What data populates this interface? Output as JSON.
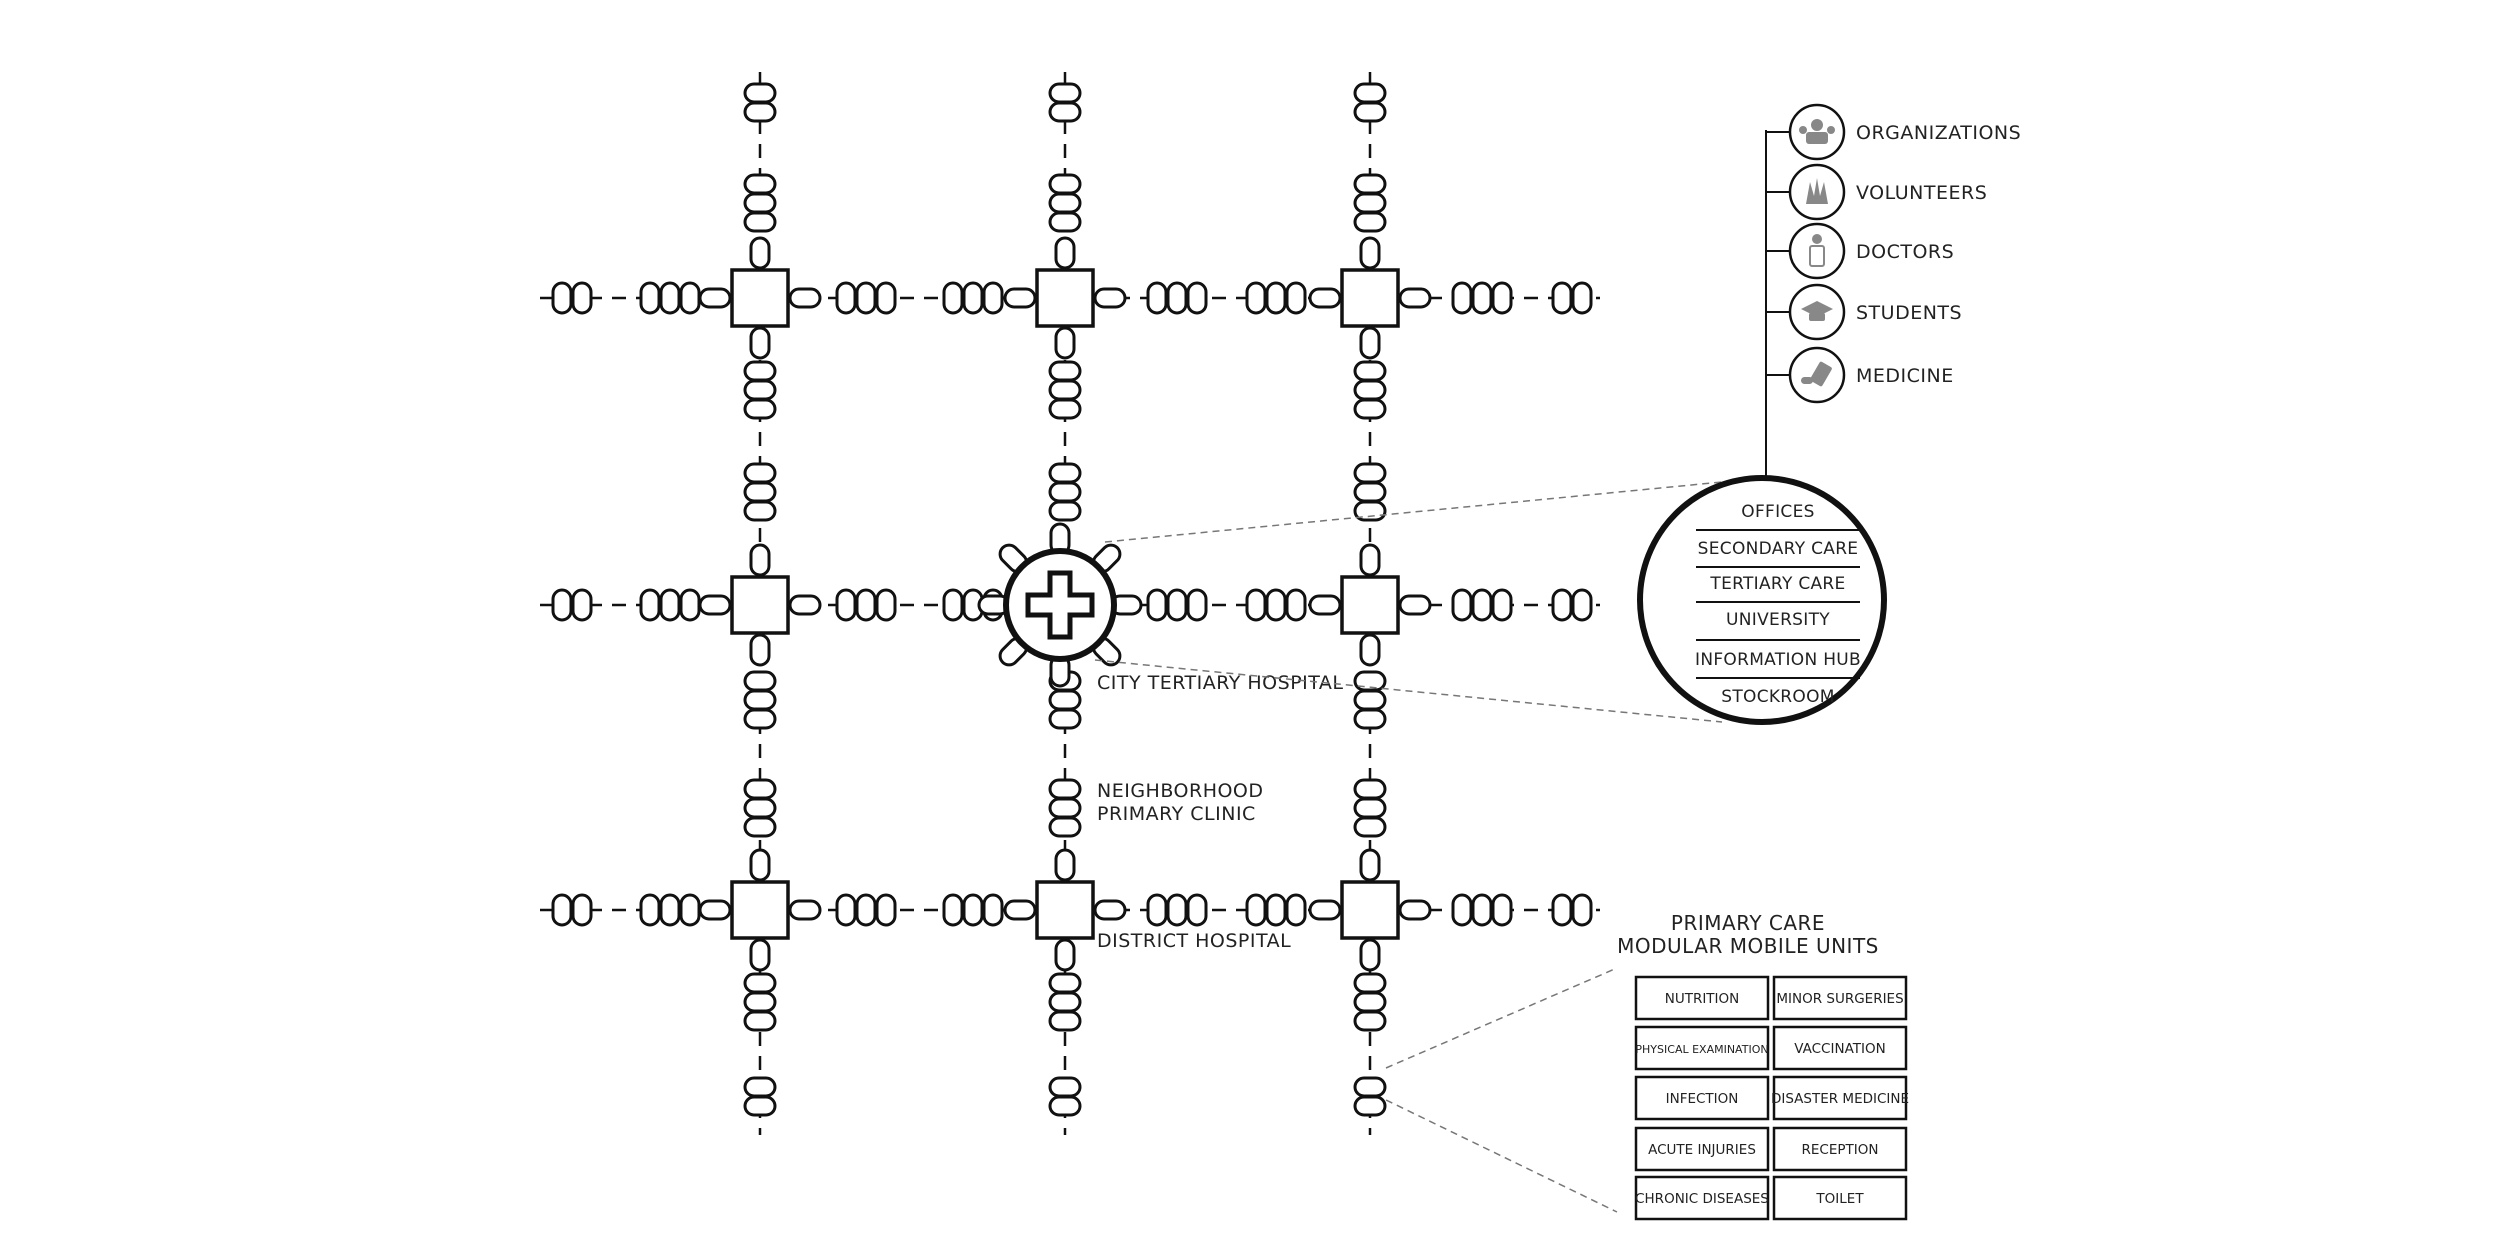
{
  "labels": {
    "city_hospital": "CITY TERTIARY HOSPITAL",
    "clinic_line1": "NEIGHBORHOOD",
    "clinic_line2": "PRIMARY CLINIC",
    "district_hospital": "DISTRICT HOSPITAL"
  },
  "resources": [
    {
      "label": "ORGANIZATIONS",
      "icon": "organizations-icon"
    },
    {
      "label": "VOLUNTEERS",
      "icon": "volunteers-icon"
    },
    {
      "label": "DOCTORS",
      "icon": "doctor-icon"
    },
    {
      "label": "STUDENTS",
      "icon": "graduation-cap-icon"
    },
    {
      "label": "MEDICINE",
      "icon": "pills-icon"
    }
  ],
  "hospital_functions": [
    "OFFICES",
    "SECONDARY CARE",
    "TERTIARY CARE",
    "UNIVERSITY",
    "INFORMATION HUB",
    "STOCKROOM"
  ],
  "mobile_units": {
    "title_line1": "PRIMARY CARE",
    "title_line2": "MODULAR MOBILE UNITS",
    "modules": [
      [
        "NUTRITION",
        "MINOR SURGERIES"
      ],
      [
        "PHYSICAL EXAMINATION",
        "VACCINATION"
      ],
      [
        "INFECTION",
        "DISASTER MEDICINE"
      ],
      [
        "ACUTE INJURIES",
        "RECEPTION"
      ],
      [
        "CHRONIC DISEASES",
        "TOILET"
      ]
    ]
  }
}
